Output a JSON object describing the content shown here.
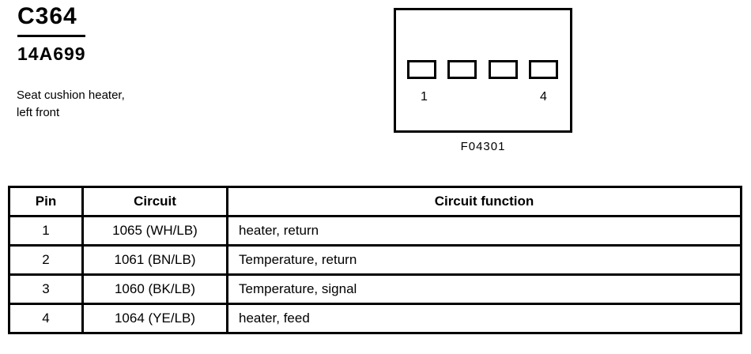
{
  "header": {
    "connector_id": "C364",
    "part_number": "14A699",
    "description_line1": "Seat cushion heater,",
    "description_line2": "left front"
  },
  "connector_figure": {
    "cavity_count": 4,
    "pin_label_first": "1",
    "pin_label_last": "4",
    "figure_code": "F04301"
  },
  "pin_table": {
    "columns": [
      "Pin",
      "Circuit",
      "Circuit function"
    ],
    "rows": [
      {
        "pin": "1",
        "circuit": "1065 (WH/LB)",
        "function": "heater, return"
      },
      {
        "pin": "2",
        "circuit": "1061 (BN/LB)",
        "function": "Temperature, return"
      },
      {
        "pin": "3",
        "circuit": "1060 (BK/LB)",
        "function": "Temperature, signal"
      },
      {
        "pin": "4",
        "circuit": "1064 (YE/LB)",
        "function": "heater, feed"
      }
    ]
  },
  "colors": {
    "ink": "#000000",
    "background": "#ffffff"
  }
}
